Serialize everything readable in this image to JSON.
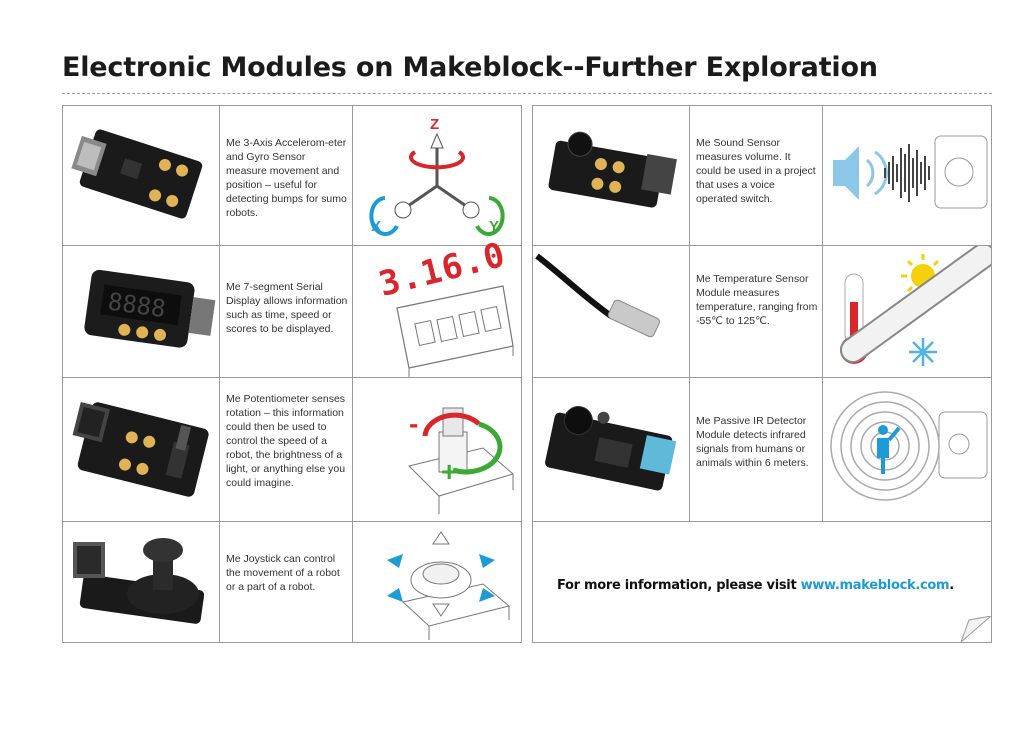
{
  "title": "Electronic Modules on Makeblock--Further Exploration",
  "left_modules": [
    {
      "description": "Me 3-Axis Accelerom-eter and Gyro Sensor measure movement and position – useful for detecting bumps for sumo robots.",
      "illustration": {
        "labels": [
          "Z",
          "X",
          "Y"
        ]
      }
    },
    {
      "description": "Me 7-segment Serial Display allows information such as time, speed or scores to be displayed.",
      "illustration": {
        "display": "3.16.0"
      }
    },
    {
      "description": "Me Potentiometer senses rotation – this information could then be used to control the speed of a robot, the brightness of a light, or anything else you could imagine.",
      "illustration": {
        "minus": "-",
        "plus": "+"
      }
    },
    {
      "description": "Me Joystick can control the movement of a robot or a part of a robot."
    }
  ],
  "right_modules": [
    {
      "description": "Me Sound Sensor measures volume. It could be used in a project that uses a voice operated switch."
    },
    {
      "description": "Me Temperature Sensor Module measures temperature, ranging from -55℃ to 125℃."
    },
    {
      "description": "Me Passive IR Detector Module detects infrared signals from humans or animals within 6 meters."
    }
  ],
  "footer": {
    "prefix": "For more information, please visit ",
    "link": "www.makeblock.com",
    "suffix": "."
  },
  "colors": {
    "accent_blue": "#1d9bd6",
    "accent_red": "#d9262c",
    "accent_green": "#3aa935"
  }
}
